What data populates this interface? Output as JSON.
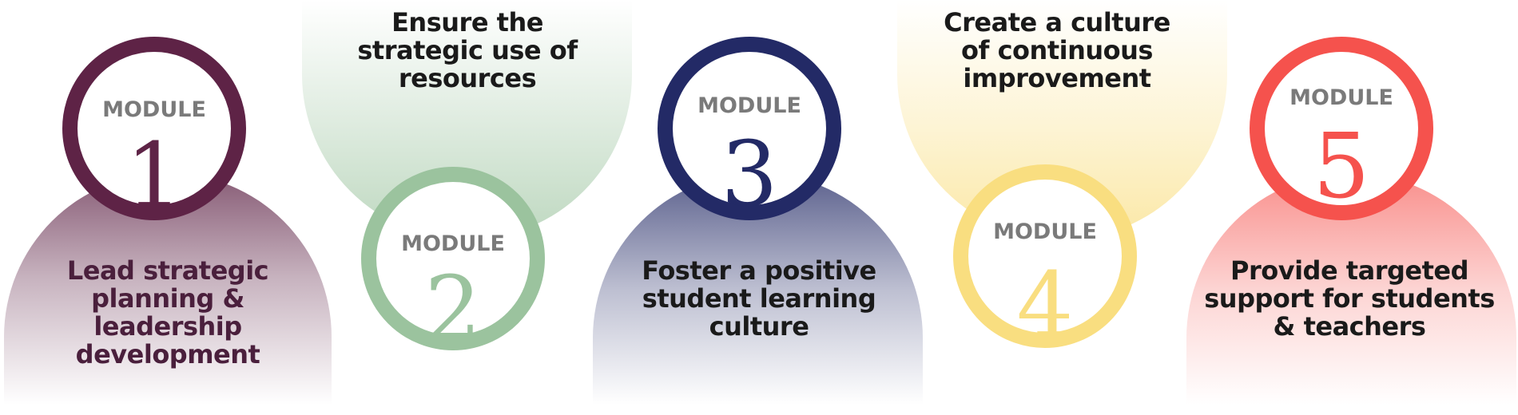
{
  "module_word": "MODULE",
  "modules": [
    {
      "number": "1",
      "title_lines": [
        "Lead strategic",
        "planning &",
        "leadership",
        "development"
      ],
      "color": "#5e2346",
      "text_color": "#4a1f3c"
    },
    {
      "number": "2",
      "title_lines": [
        "Ensure the",
        "strategic use of",
        "resources"
      ],
      "color": "#9bc39e",
      "text_color": "#1a1a1a"
    },
    {
      "number": "3",
      "title_lines": [
        "Foster a positive",
        "student learning",
        "culture"
      ],
      "color": "#232a66",
      "text_color": "#1a1a1a"
    },
    {
      "number": "4",
      "title_lines": [
        "Create a culture",
        "of continuous",
        "improvement"
      ],
      "color": "#f9de80",
      "text_color": "#1a1a1a"
    },
    {
      "number": "5",
      "title_lines": [
        "Provide targeted",
        "support for students",
        "& teachers"
      ],
      "color": "#f5524d",
      "text_color": "#1a1a1a"
    }
  ]
}
